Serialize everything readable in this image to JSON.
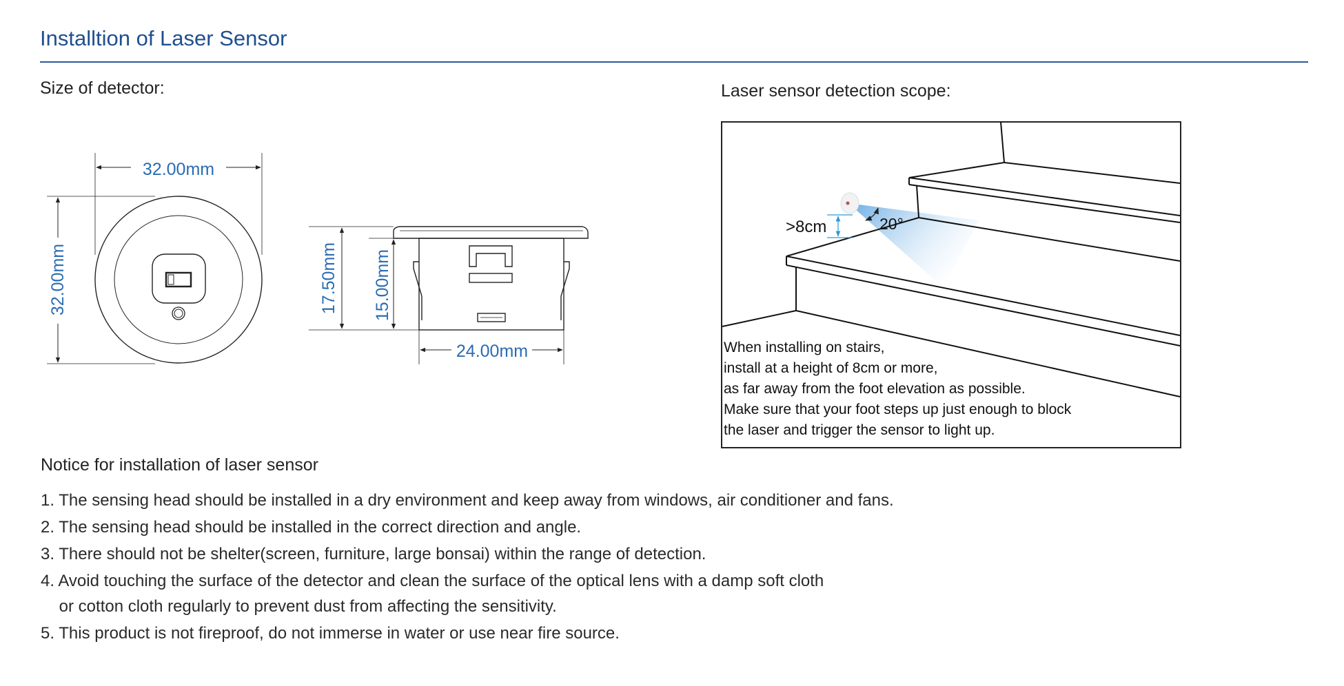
{
  "title": "Installtion of Laser Sensor",
  "size_section": {
    "label": "Size of detector:",
    "dims": {
      "front_width": "32.00mm",
      "front_height": "32.00mm",
      "total_height": "17.50mm",
      "body_height": "15.00mm",
      "body_width": "24.00mm"
    }
  },
  "scope_section": {
    "label": "Laser sensor detection scope:",
    "height_label": ">8cm",
    "angle_label": "20°",
    "caption": [
      "When installing on stairs,",
      "install at a height of 8cm or more,",
      "as far away from the foot elevation as possible.",
      "Make sure that your foot steps up just enough to block",
      "the laser and trigger the sensor to light up."
    ]
  },
  "notice": {
    "title": "Notice for installation of laser sensor",
    "items": [
      "1. The sensing head should be installed in a dry environment and keep away from windows, air conditioner and fans.",
      "2. The sensing head should be installed in the correct direction and angle.",
      "3. There should not be shelter(screen, furniture, large bonsai) within the range of detection.",
      "4. Avoid touching the surface of the detector and clean the surface of the optical lens with a damp soft cloth",
      "    or cotton cloth regularly to prevent dust from affecting the sensitivity.",
      "5. This product is not fireproof, do not immerse in water or use near fire source."
    ]
  },
  "colors": {
    "title": "#1f4f8f",
    "dimension": "#2a6cb3",
    "beam": "#7fb8e8"
  }
}
